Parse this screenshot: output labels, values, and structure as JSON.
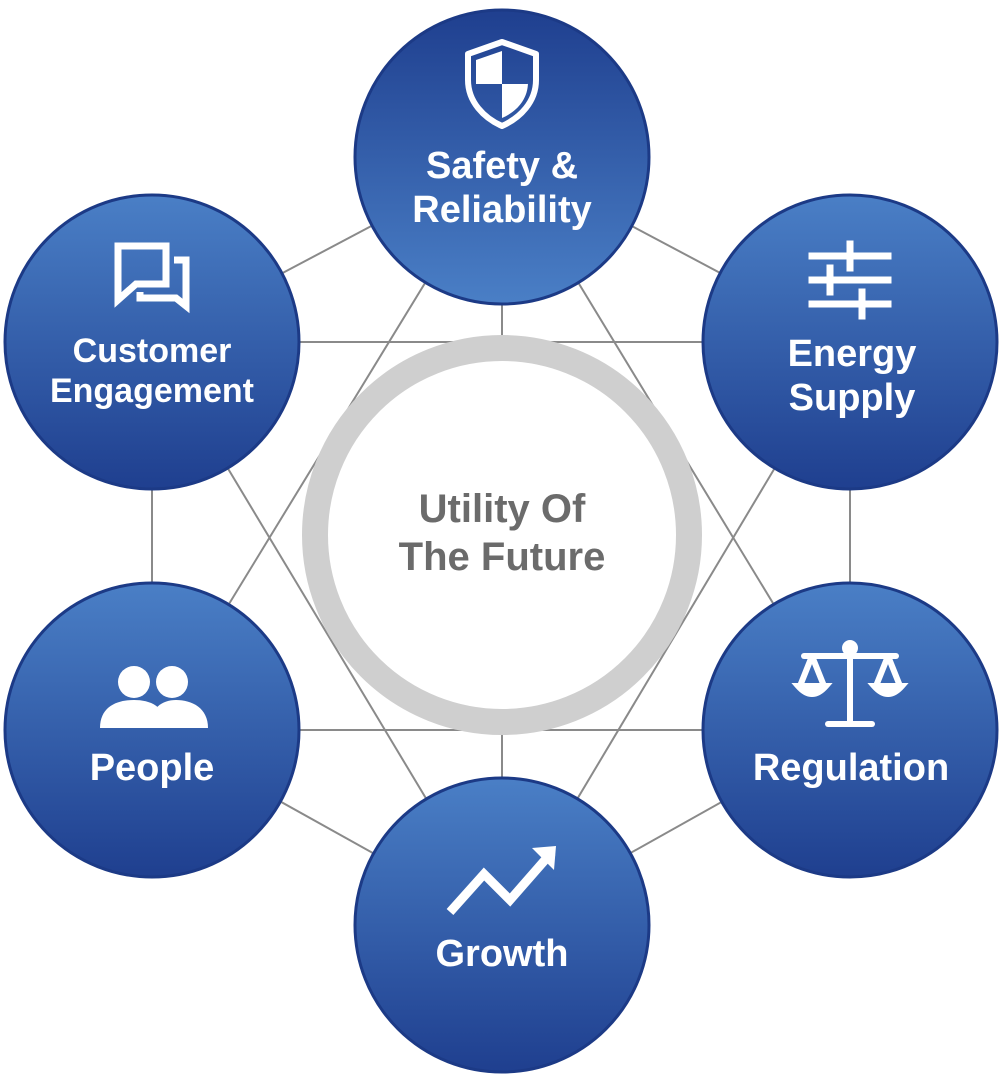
{
  "diagram": {
    "center": {
      "lines": [
        "Utility Of",
        "The Future"
      ]
    },
    "nodes": [
      {
        "id": "safety",
        "icon": "shield-icon",
        "lines": [
          "Safety &",
          "Reliability"
        ]
      },
      {
        "id": "energy",
        "icon": "sliders-icon",
        "lines": [
          "Energy",
          "Supply"
        ]
      },
      {
        "id": "regulation",
        "icon": "scales-icon",
        "lines": [
          "Regulation"
        ]
      },
      {
        "id": "growth",
        "icon": "trend-up-icon",
        "lines": [
          "Growth"
        ]
      },
      {
        "id": "people",
        "icon": "people-icon",
        "lines": [
          "People"
        ]
      },
      {
        "id": "customer",
        "icon": "chat-bubbles-icon",
        "lines": [
          "Customer",
          "Engagement"
        ]
      }
    ],
    "colors": {
      "node_fill_top": "#4a7fc6",
      "node_fill_bottom": "#1f3f8f",
      "node_stroke": "#1c3a86",
      "connector": "#8a8a8a",
      "center_ring": "#cfcfcf",
      "center_text": "#6b6b6b"
    }
  }
}
